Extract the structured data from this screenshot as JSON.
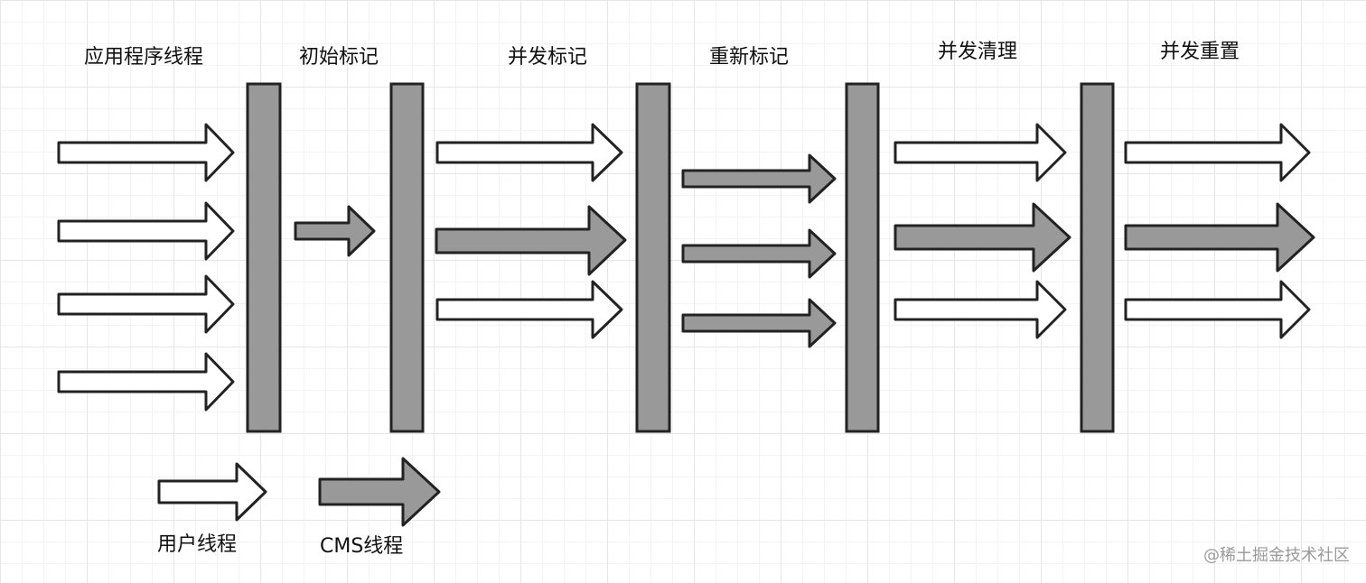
{
  "phases": [
    "应用程序线程",
    "初始标记",
    "并发标记",
    "重新标记",
    "并发清理",
    "并发重置"
  ],
  "legend": {
    "user_thread": "用户线程",
    "cms_thread": "CMS线程"
  },
  "watermark": "@稀土掘金技术社区",
  "colors": {
    "user_thread_fill": "#ffffff",
    "cms_thread_fill": "#999999",
    "barrier_fill": "#999999",
    "stroke": "#222222"
  }
}
